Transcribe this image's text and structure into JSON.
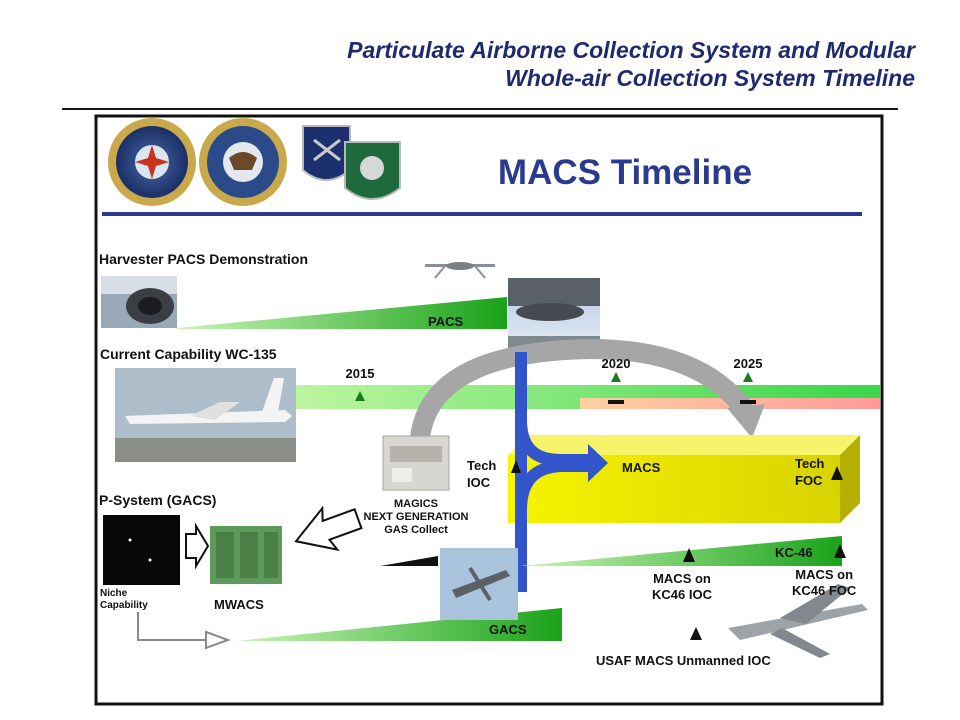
{
  "slide": {
    "title_line1": "Particulate Airborne Collection System and Modular",
    "title_line2": "Whole-air Collection System Timeline"
  },
  "diagram": {
    "heading": "MACS Timeline",
    "sections": {
      "harvester": "Harvester PACS Demonstration",
      "current": "Current Capability  WC-135",
      "psystem": "P-System (GACS)"
    },
    "years": [
      "2015",
      "2020",
      "2025"
    ],
    "bars": {
      "pacs": "PACS",
      "macs": "MACS",
      "kc46": "KC-46",
      "gacs": "GACS"
    },
    "milestones": {
      "tech_ioc": "Tech\nIOC",
      "tech_foc": "Tech\nFOC",
      "macs_kc46_ioc": "MACS on\nKC46 IOC",
      "macs_kc46_foc": "MACS on\nKC46 FOC",
      "unmanned_ioc": "USAF MACS Unmanned IOC"
    },
    "labels": {
      "magics": "MAGICS\nNEXT GENERATION\nGAS Collect",
      "niche": "Niche\nCapability",
      "mwacs": "MWACS"
    },
    "colors": {
      "heading": "#2a3a8c",
      "bar_green": "#2fae2f",
      "macs_yellow": "#f4f000",
      "flow_blue": "#3355cc",
      "arrow_gray": "#999999"
    }
  }
}
